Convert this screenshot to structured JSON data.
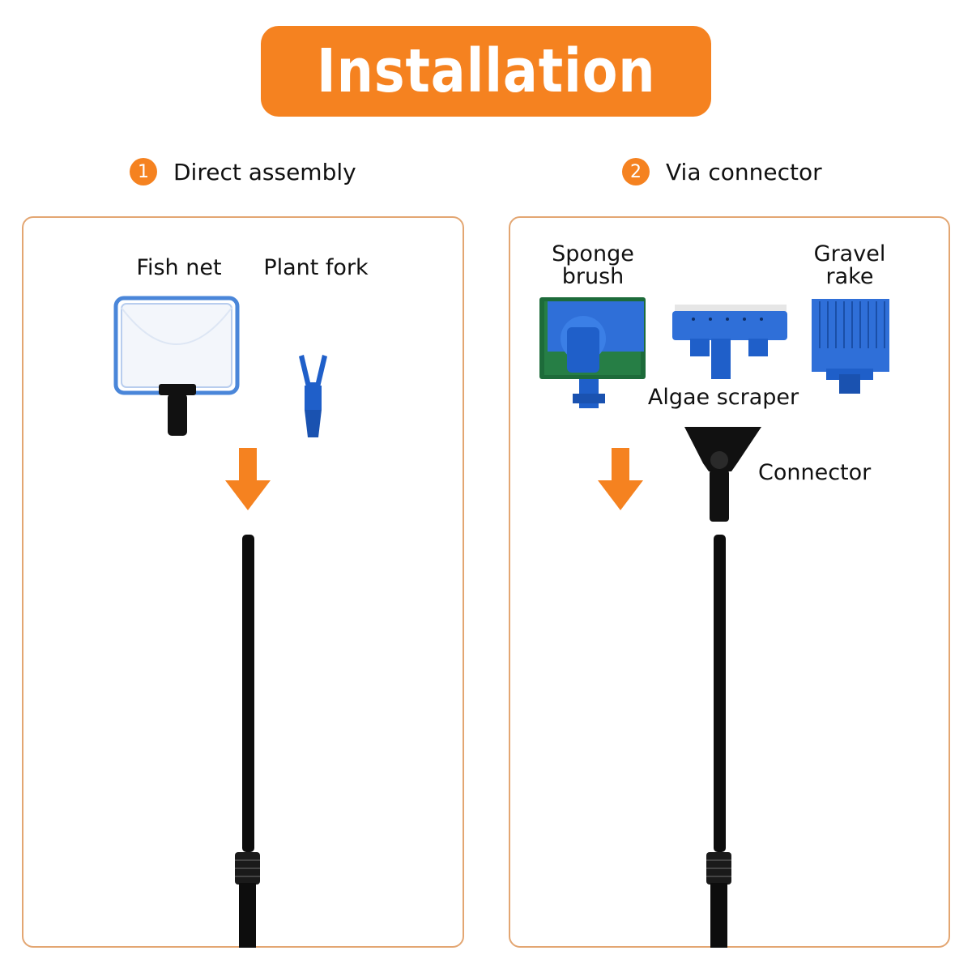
{
  "title": "Installation",
  "colors": {
    "accent": "#f58220",
    "panel_border": "#e3a672",
    "tool_blue": "#1f5fc9",
    "pole": "#0d0d0d"
  },
  "methods": [
    {
      "number": "1",
      "label": "Direct assembly",
      "items": {
        "fish_net": "Fish net",
        "plant_fork": "Plant fork"
      }
    },
    {
      "number": "2",
      "label": "Via connector",
      "items": {
        "sponge_brush": "Sponge\nbrush",
        "gravel_rake": "Gravel\nrake",
        "algae_scraper": "Algae scraper",
        "connector": "Connector"
      }
    }
  ]
}
